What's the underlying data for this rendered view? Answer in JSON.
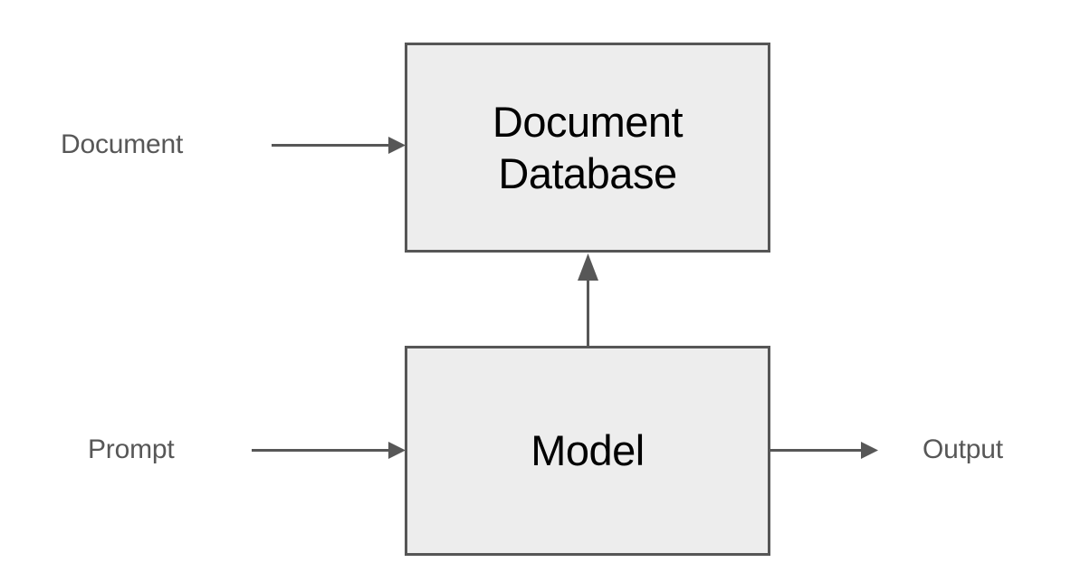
{
  "diagram": {
    "title_text": "",
    "background_color": "#ffffff",
    "node_fill_color": "#ededed",
    "node_border_color": "#565656",
    "node_text_color": "#000000",
    "label_text_color": "#575757",
    "arrow_color": "#575757",
    "nodes": [
      {
        "id": "document-database",
        "label": "Document\nDatabase"
      },
      {
        "id": "model",
        "label": "Model"
      }
    ],
    "io_labels": [
      {
        "id": "document",
        "text": "Document"
      },
      {
        "id": "prompt",
        "text": "Prompt"
      },
      {
        "id": "output",
        "text": "Output"
      }
    ],
    "arrows": [
      {
        "id": "document-to-database",
        "from": "Document",
        "to": "Document Database",
        "direction": "right"
      },
      {
        "id": "prompt-to-model",
        "from": "Prompt",
        "to": "Model",
        "direction": "right"
      },
      {
        "id": "model-to-output",
        "from": "Model",
        "to": "Output",
        "direction": "right"
      },
      {
        "id": "model-to-database",
        "from": "Model",
        "to": "Document Database",
        "direction": "up"
      }
    ]
  }
}
